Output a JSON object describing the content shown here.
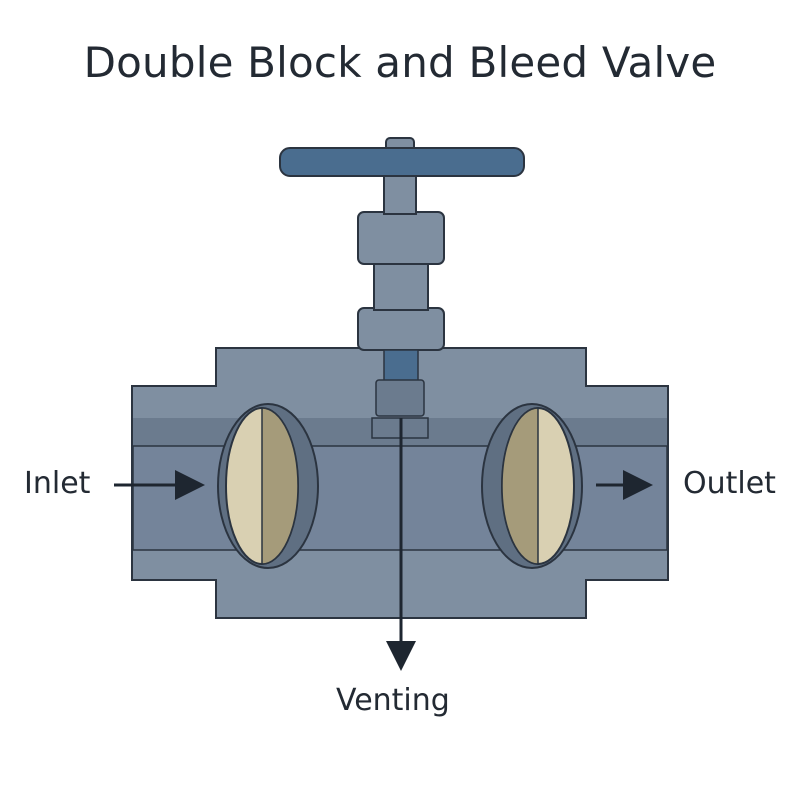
{
  "title": "Double Block and Bleed Valve",
  "labels": {
    "inlet": "Inlet",
    "outlet": "Outlet",
    "venting": "Venting"
  },
  "colors": {
    "body": "#7f8fa1",
    "body_dark": "#6b7b8e",
    "channel": "#5f6f82",
    "handwheel": "#4a6d8f",
    "disc_light": "#d9d0b2",
    "disc_shadow": "#a59b7a",
    "outline": "#2b3440",
    "arrow": "#1e2630"
  }
}
